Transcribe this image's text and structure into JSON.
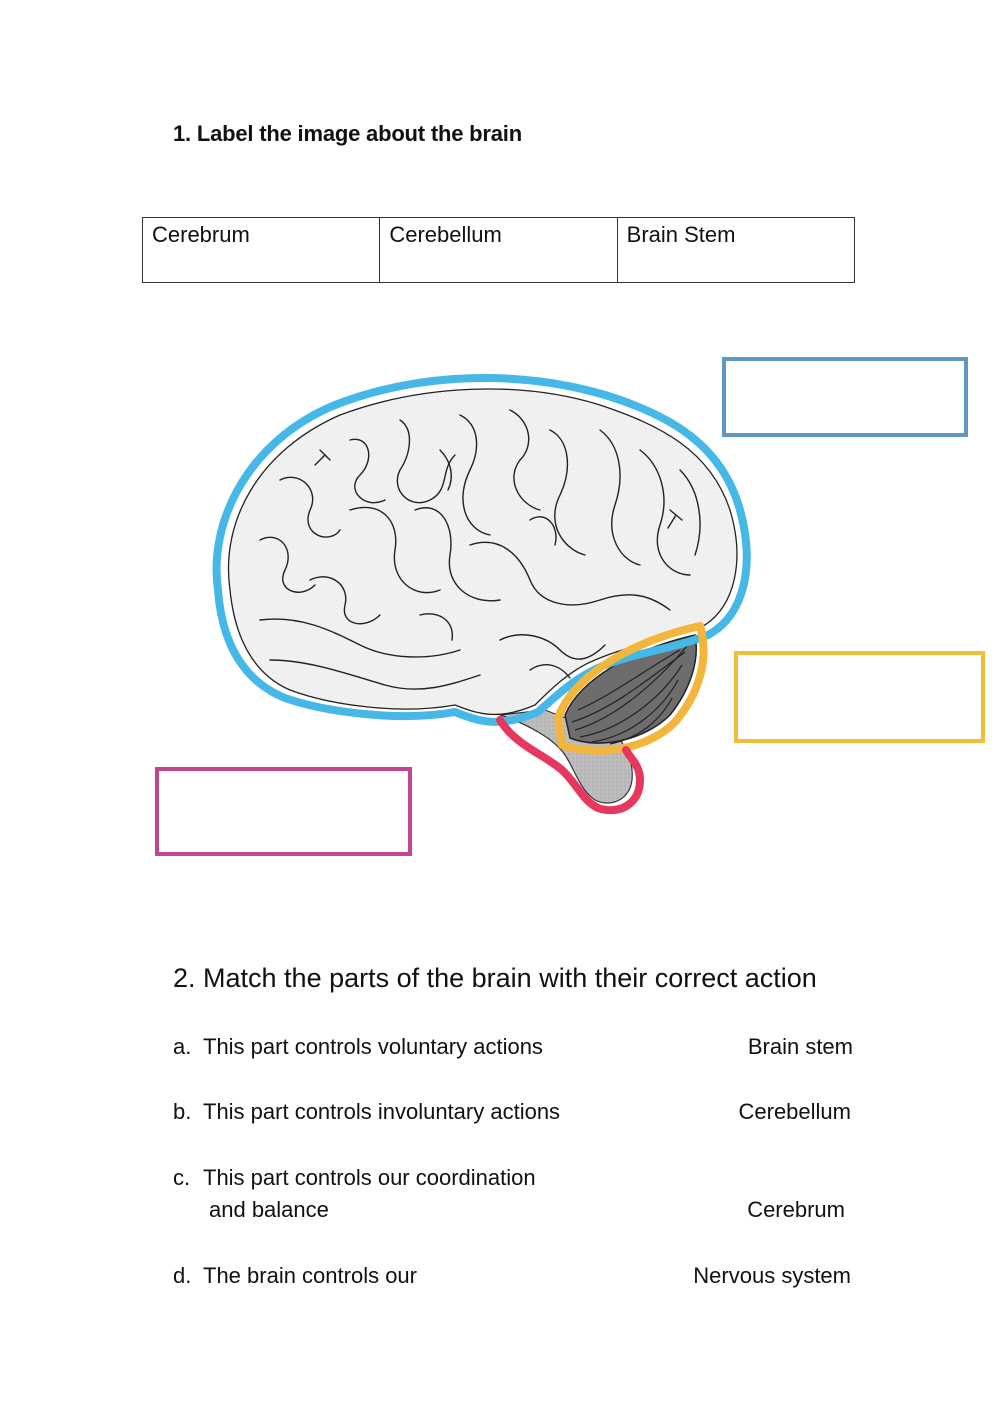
{
  "question1": {
    "title": "1.  Label the image about the brain",
    "word_bank": [
      "Cerebrum",
      "Cerebellum",
      "Brain Stem"
    ],
    "label_boxes": [
      {
        "name": "cerebrum-label-box",
        "color": "#5f97c4",
        "outline_color": "#45b8e8",
        "value": ""
      },
      {
        "name": "cerebellum-label-box",
        "color": "#efbf3a",
        "outline_color": "#f2b63d",
        "value": ""
      },
      {
        "name": "brain-stem-label-box",
        "color": "#c24590",
        "outline_color": "#e8375f",
        "value": ""
      }
    ]
  },
  "question2": {
    "title": "2. Match the parts of the brain with their correct action",
    "items": [
      {
        "letter": "a.",
        "text": "This part controls voluntary actions",
        "continuation": "",
        "match": "Brain stem"
      },
      {
        "letter": "b.",
        "text": "This part controls involuntary actions",
        "continuation": "",
        "match": "Cerebellum"
      },
      {
        "letter": "c.",
        "text": "This part controls our coordination",
        "continuation": "and balance",
        "match": "Cerebrum"
      },
      {
        "letter": "d.",
        "text": "The brain controls our",
        "continuation": "",
        "match": "Nervous system"
      }
    ]
  }
}
